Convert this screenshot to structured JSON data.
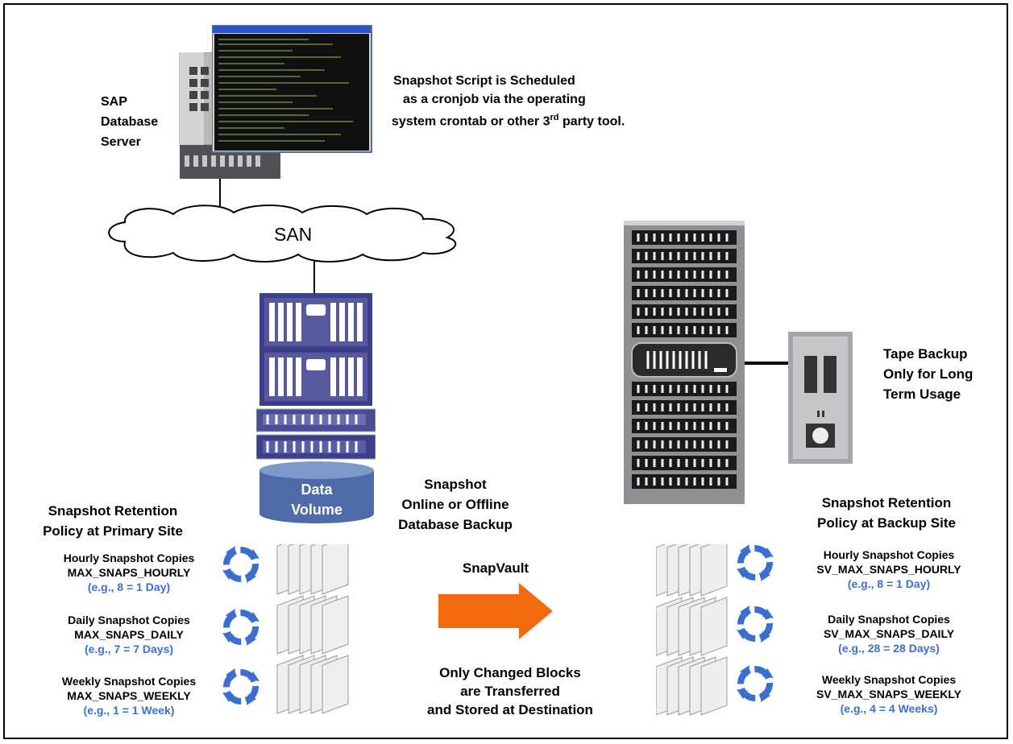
{
  "server": {
    "label_lines": [
      "SAP",
      "Database",
      "Server"
    ]
  },
  "script_note": {
    "line1": "Snapshot Script is Scheduled",
    "line2": "as a cronjob via the operating",
    "line3_pre": "system crontab or other 3",
    "line3_sup": "rd",
    "line3_post": " party tool."
  },
  "san_label": "SAN",
  "data_volume": {
    "line1": "Data",
    "line2": "Volume"
  },
  "snapshot_backup": {
    "line1": "Snapshot",
    "line2": "Online or Offline",
    "line3": "Database Backup"
  },
  "tape": {
    "line1": "Tape Backup",
    "line2": "Only for Long",
    "line3": "Term Usage"
  },
  "primary": {
    "title1": "Snapshot Retention",
    "title2": "Policy at Primary Site",
    "policies": [
      {
        "name": "Hourly Snapshot Copies",
        "param": "MAX_SNAPS_HOURLY",
        "example": "(e.g., 8 = 1 Day)"
      },
      {
        "name": "Daily Snapshot Copies",
        "param": "MAX_SNAPS_DAILY",
        "example": "(e.g., 7 = 7 Days)"
      },
      {
        "name": "Weekly Snapshot Copies",
        "param": "MAX_SNAPS_WEEKLY",
        "example": "(e.g., 1 = 1 Week)"
      }
    ]
  },
  "backup": {
    "title1": "Snapshot Retention",
    "title2": "Policy at Backup Site",
    "policies": [
      {
        "name": "Hourly Snapshot Copies",
        "param": "SV_MAX_SNAPS_HOURLY",
        "example": "(e.g., 8 = 1 Day)"
      },
      {
        "name": "Daily Snapshot Copies",
        "param": "SV_MAX_SNAPS_DAILY",
        "example": "(e.g., 28 = 28 Days)"
      },
      {
        "name": "Weekly Snapshot Copies",
        "param": "SV_MAX_SNAPS_WEEKLY",
        "example": "(e.g., 4 = 4 Weeks)"
      }
    ]
  },
  "snapvault": {
    "label": "SnapVault",
    "note1": "Only Changed Blocks",
    "note2": "are Transferred",
    "note3": "and Stored at Destination"
  },
  "colors": {
    "arrow": "#f26a0f",
    "cycle": "#3a6fd0",
    "storage": "#3d3f8a",
    "cylinder": "#4e6aa8",
    "example_text": "#3a6fd0"
  }
}
